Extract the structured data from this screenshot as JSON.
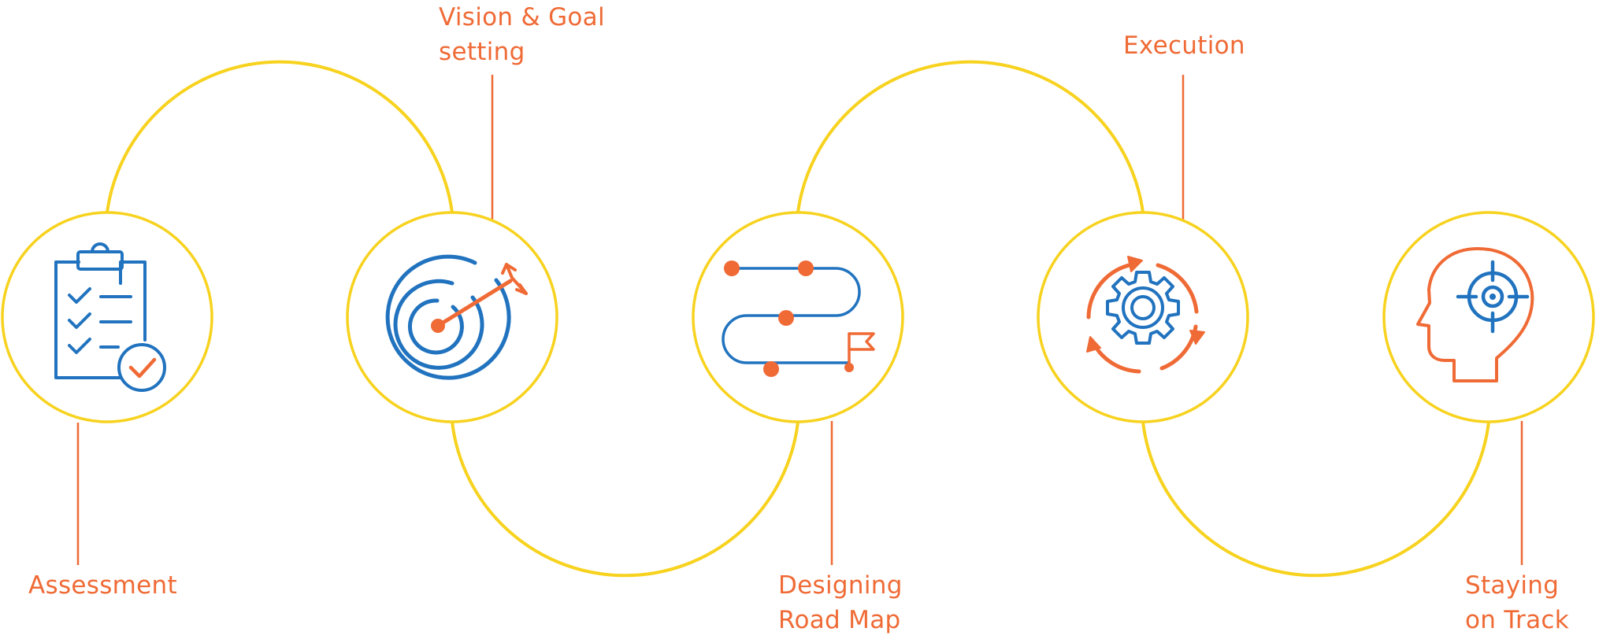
{
  "colors": {
    "track": "#F7D21E",
    "accent": "#EF6A35",
    "icon": "#2173BF",
    "background": "#FFFFFF"
  },
  "steps": [
    {
      "icon": "clipboard-checklist-icon",
      "lines": [
        "Assessment"
      ]
    },
    {
      "icon": "target-dart-icon",
      "lines": [
        "Vision & Goal",
        "setting"
      ]
    },
    {
      "icon": "roadmap-path-icon",
      "lines": [
        "Designing",
        "Road Map"
      ]
    },
    {
      "icon": "gear-cycle-icon",
      "lines": [
        "Execution"
      ]
    },
    {
      "icon": "head-target-icon",
      "lines": [
        "Staying",
        "on Track"
      ]
    }
  ]
}
